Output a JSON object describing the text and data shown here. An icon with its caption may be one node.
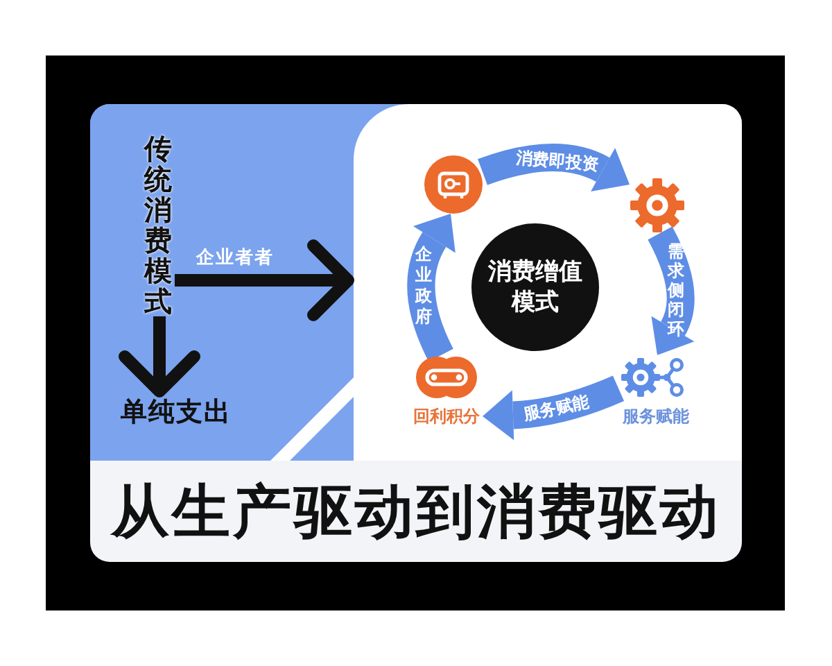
{
  "diagram": {
    "title": "从生产驱动到消费驱动",
    "nodes": [
      {
        "text": [],
        "shape": "box"
      },
      {
        "text": [
          "传统消费模式"
        ],
        "in": 0
      },
      {
        "text": [
          "单纯支出"
        ],
        "in": 0
      },
      {
        "text": [],
        "shape": "box"
      },
      {
        "text": [],
        "shape": "circle",
        "in": 3
      },
      {
        "text": [],
        "shape": "picture",
        "in": 3
      },
      {
        "text": [
          "消费缯值模式"
        ],
        "in": 3
      },
      {
        "text": [
          "回利积分"
        ],
        "in": 3
      },
      {
        "text": [
          "服务赋能"
        ],
        "in": 3
      }
    ],
    "edges": [
      {
        "from": 1,
        "to": 2,
        "arrow": "to",
        "color": "#111111"
      },
      {
        "from": 1,
        "to": 3,
        "arrow": "to",
        "label": "企业者者",
        "color": "#111111"
      },
      {
        "from": 4,
        "to": 5,
        "arrow": "to",
        "label": "消费即投资"
      },
      {
        "from": 5,
        "to": 8,
        "arrow": "to",
        "label": "需求侧闭环"
      },
      {
        "from": 8,
        "to": 7,
        "arrow": "to",
        "label": "服务赋能"
      },
      {
        "from": 7,
        "to": 4,
        "arrow": "to",
        "label": "企业政府"
      }
    ]
  }
}
